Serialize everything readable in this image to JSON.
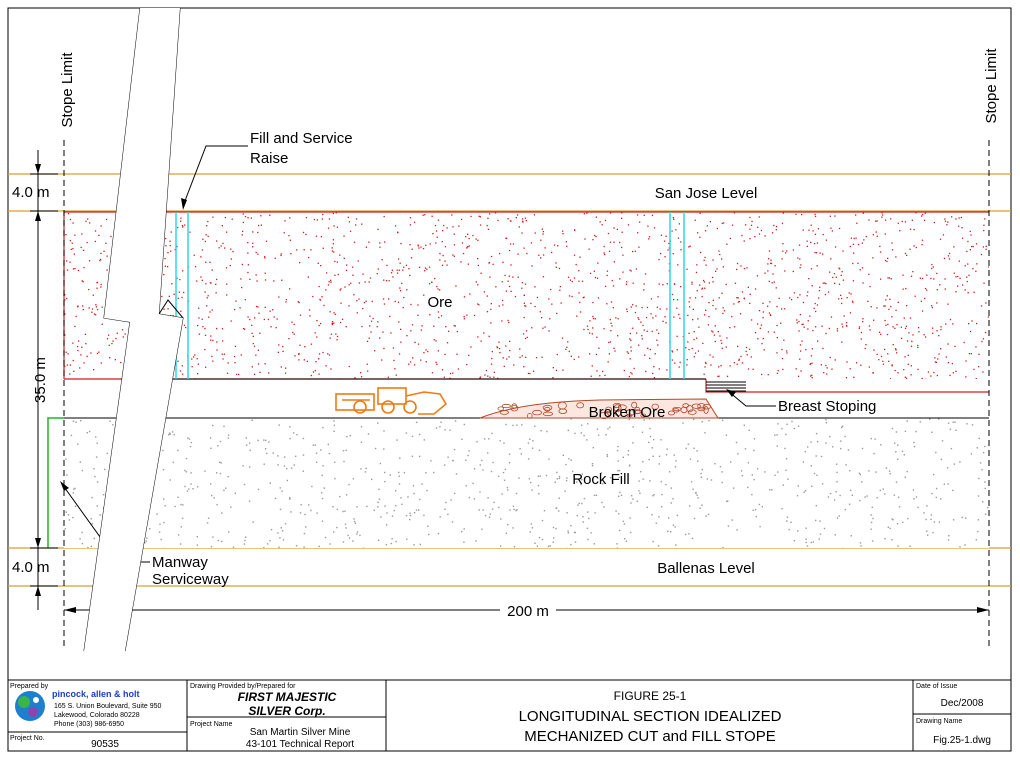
{
  "diagram": {
    "stope_limit_left": "Stope Limit",
    "stope_limit_right": "Stope Limit",
    "fill_raise_line1": "Fill and Service",
    "fill_raise_line2": "Raise",
    "dim_top": "4.0 m",
    "dim_mid": "35.0 m",
    "dim_bottom": "4.0 m",
    "dim_width": "200 m",
    "san_jose_level": "San Jose Level",
    "ore": "Ore",
    "broken_ore": "Broken Ore",
    "breast_stoping": "Breast Stoping",
    "rock_fill": "Rock Fill",
    "manway_line1": "Manway",
    "manway_line2": "Serviceway",
    "ballenas_level": "Ballenas Level"
  },
  "colors": {
    "level_line": "#d6a133",
    "ore_boundary": "#d11c1c",
    "raise": "#2fd6e6",
    "manway": "#22b522",
    "loader": "#ef7a12"
  },
  "title_block": {
    "prepared_by_label": "Prepared by",
    "company_name": "pincock, allen & holt",
    "address_1": "165 S. Union Boulevard, Suite 950",
    "address_2": "Lakewood, Colorado 80228",
    "phone": "Phone (303) 986-6950",
    "project_no_label": "Project No.",
    "project_no": "90535",
    "drawing_provided_label": "Drawing Provided by/Prepared for",
    "client_line1": "FIRST MAJESTIC",
    "client_line2": "SILVER Corp.",
    "project_name_label": "Project Name",
    "project_name_line1": "San Martin Silver Mine",
    "project_name_line2": "43-101 Technical Report",
    "figure_number": "FIGURE 25-1",
    "figure_title_line1": "LONGITUDINAL SECTION IDEALIZED",
    "figure_title_line2": "MECHANIZED CUT and FILL STOPE",
    "date_label": "Date of Issue",
    "date": "Dec/2008",
    "drawing_name_label": "Drawing Name",
    "drawing_name": "Fig.25-1.dwg"
  }
}
